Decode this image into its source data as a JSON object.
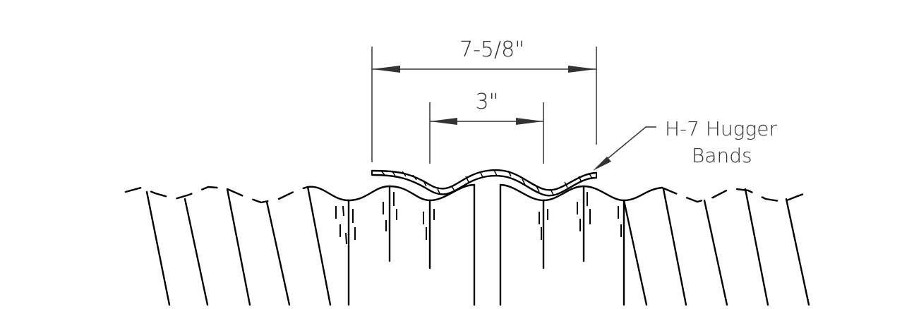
{
  "dimensions": {
    "overall": "7-5/8\"",
    "pitch": "3\""
  },
  "callout": {
    "line1": "H-7 Hugger",
    "line2": "Bands"
  },
  "colors": {
    "line": "#000000",
    "dimension": "#333333",
    "background": "#ffffff"
  }
}
